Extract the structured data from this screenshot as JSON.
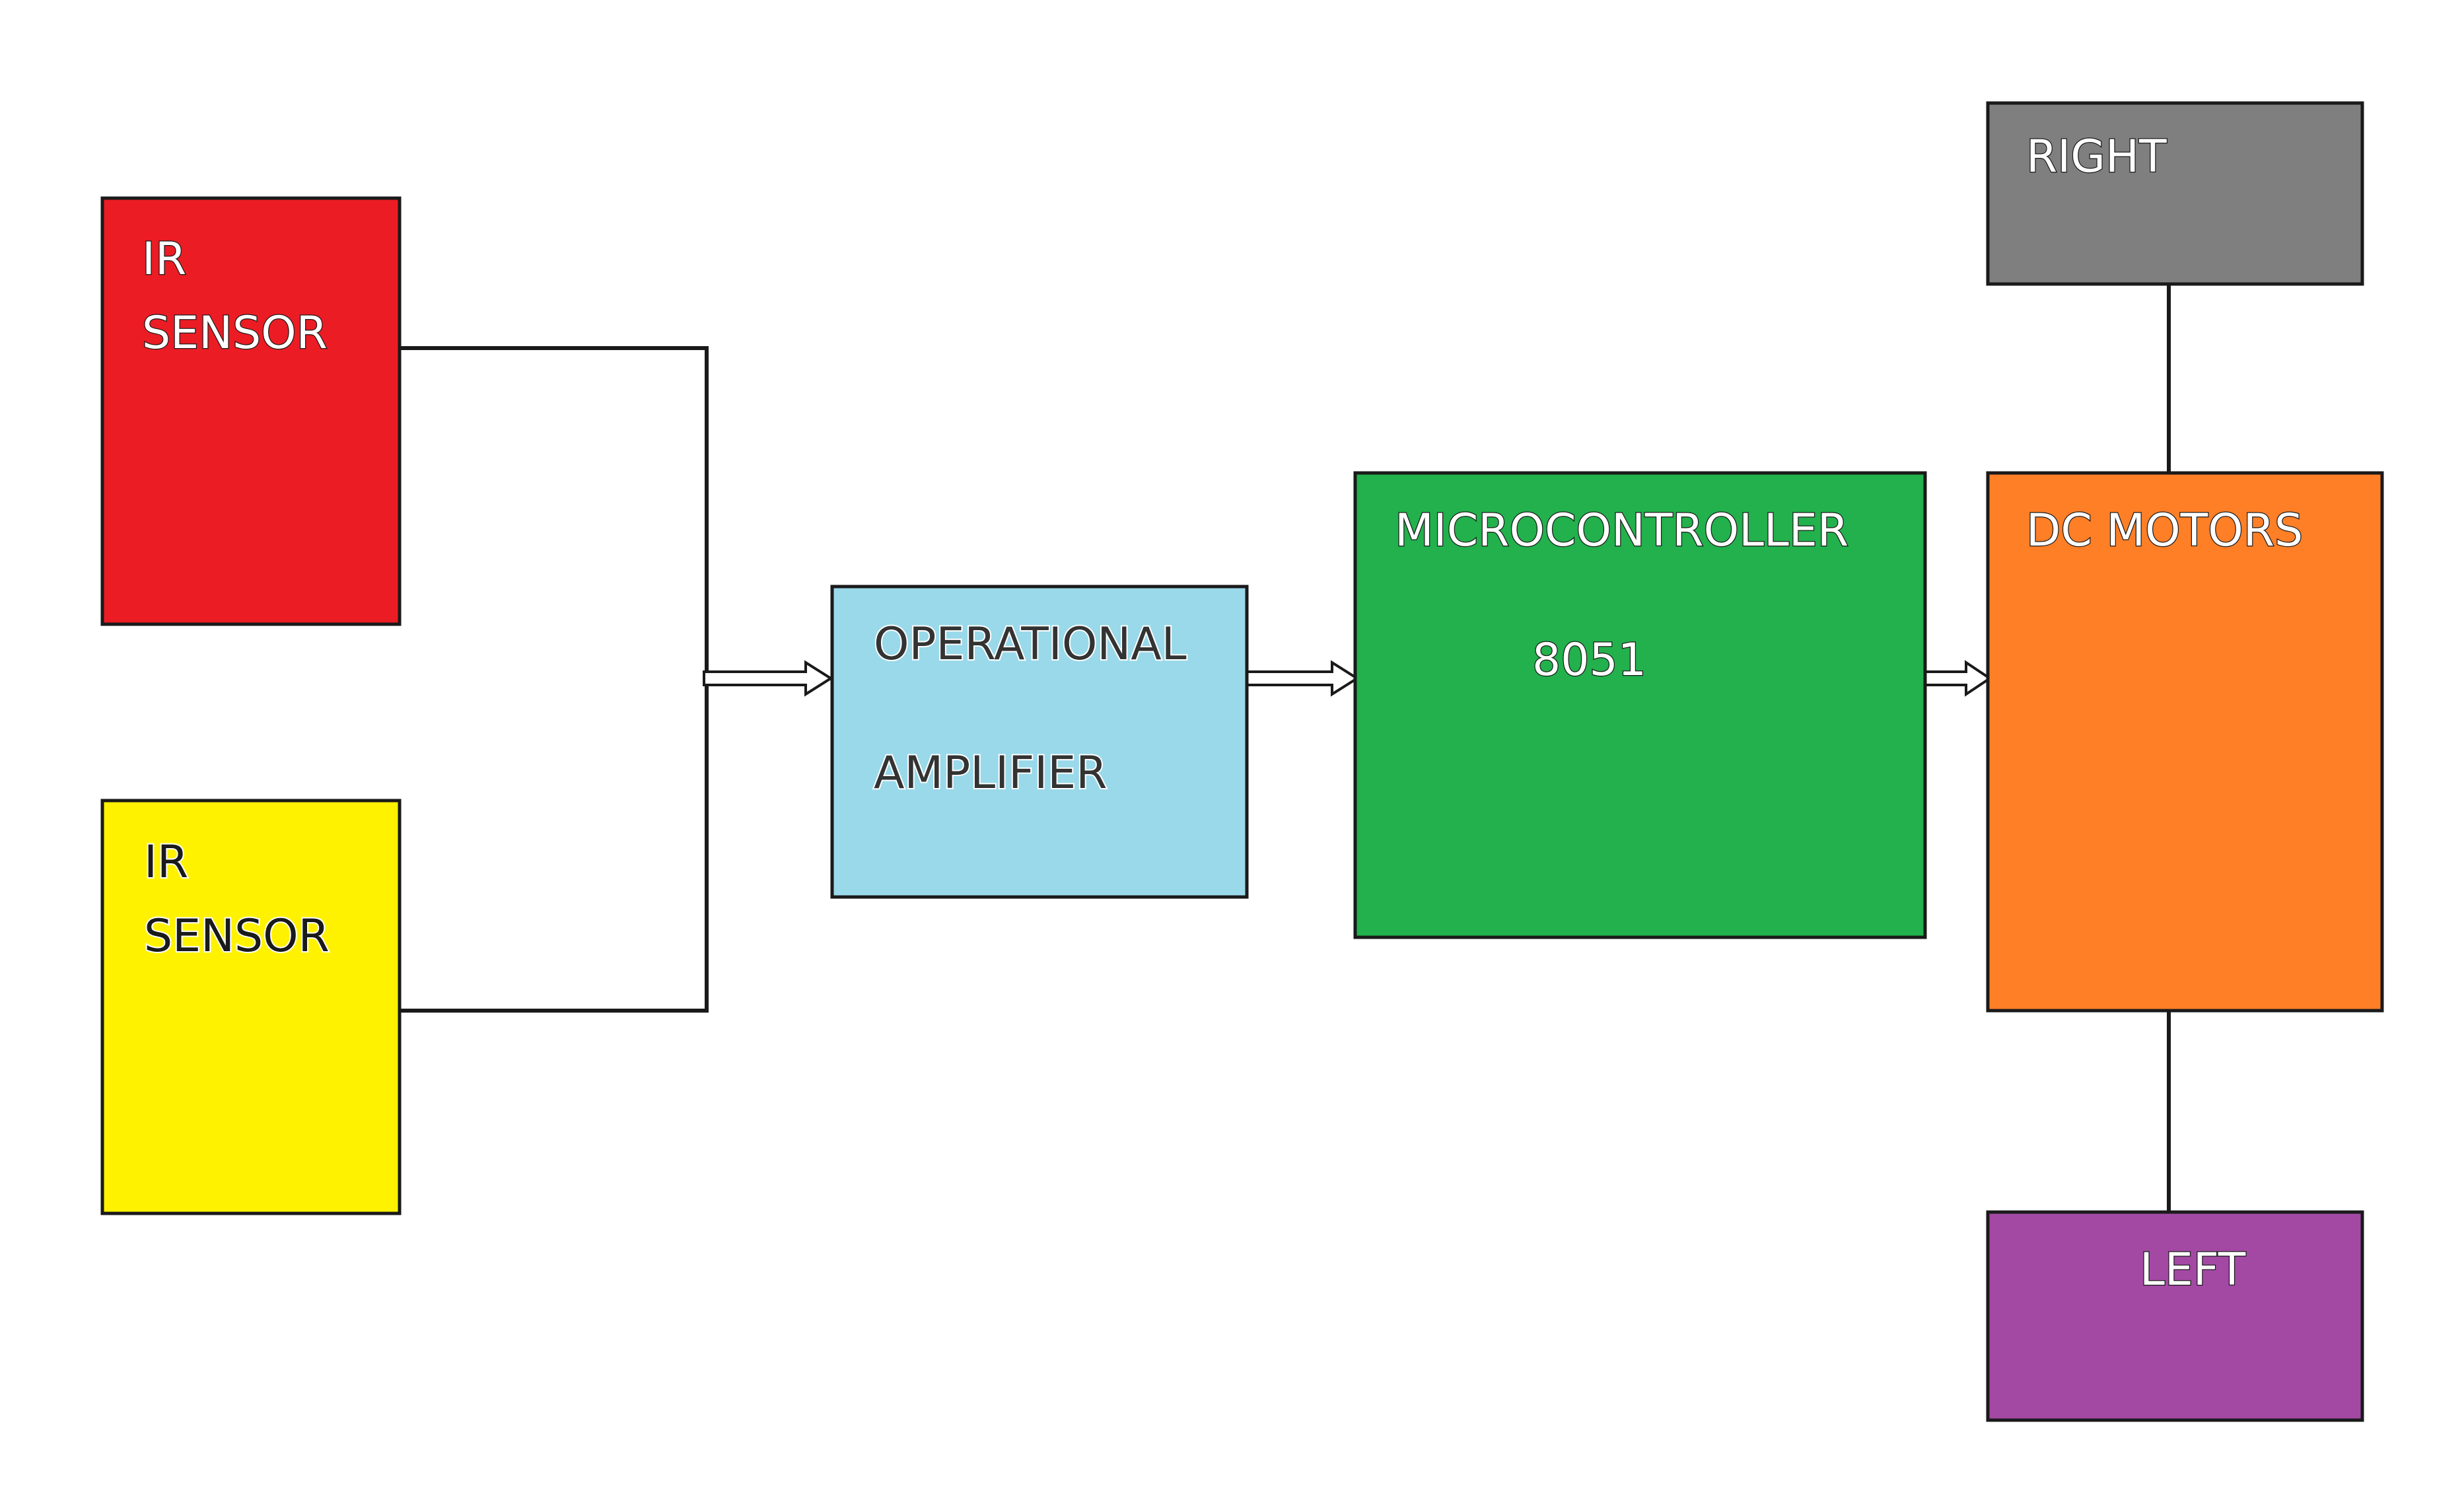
{
  "blocks": {
    "ir_sensor_top": {
      "line1": "IR",
      "line2": "SENSOR",
      "color": "#EC1C24"
    },
    "ir_sensor_bottom": {
      "line1": "IR",
      "line2": "SENSOR",
      "color": "#FFF200"
    },
    "op_amp": {
      "line1": "OPERATIONAL",
      "line2": "AMPLIFIER",
      "color": "#99D9EA"
    },
    "microcontroller": {
      "line1": "MICROCONTROLLER",
      "line2": "8051",
      "color": "#22B14C"
    },
    "dc_motors": {
      "label": "DC MOTORS",
      "color": "#FF7F27"
    },
    "right_motor": {
      "label": "RIGHT",
      "color": "#7F7F7F"
    },
    "left_motor": {
      "label": "LEFT",
      "color": "#A349A4"
    }
  }
}
